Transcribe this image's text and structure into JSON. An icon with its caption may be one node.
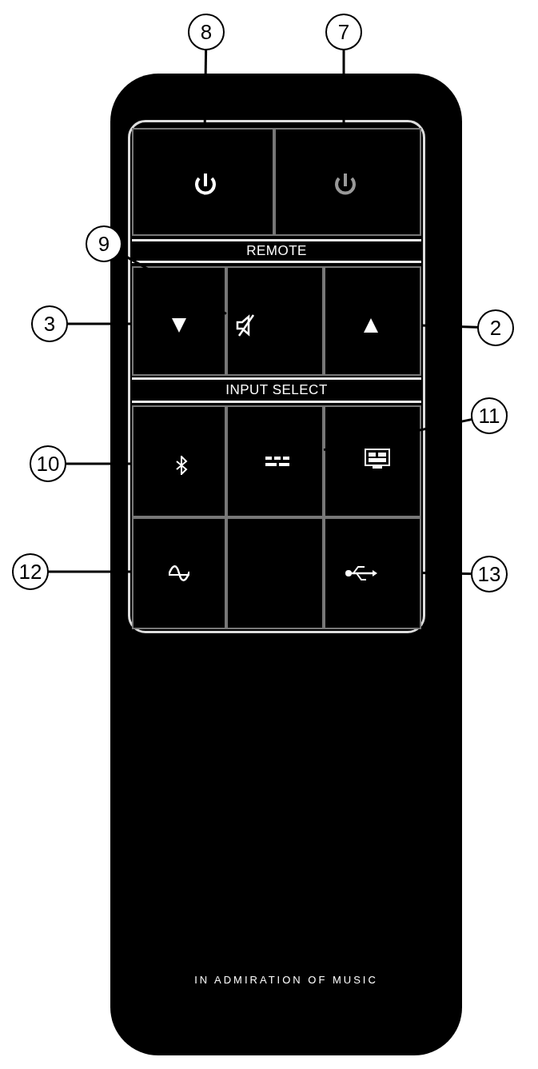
{
  "diagram": {
    "nodes": [
      {
        "text": [
          "8"
        ]
      },
      {
        "text": [
          "7"
        ]
      },
      {
        "text": [],
        "shape": "box"
      },
      {
        "text": [],
        "shape": "box"
      },
      {
        "text": [
          "REMOTE"
        ]
      },
      {
        "text": [
          "9"
        ]
      },
      {
        "text": [
          "3"
        ]
      },
      {
        "text": [],
        "shape": "box"
      },
      {
        "text": [],
        "shape": "box"
      },
      {
        "text": [],
        "shape": "box"
      },
      {
        "text": [
          "2"
        ]
      },
      {
        "text": [
          "INPUT SELECT"
        ]
      },
      {
        "text": [
          "11"
        ]
      },
      {
        "text": [
          "10"
        ]
      },
      {
        "text": [],
        "shape": "box"
      },
      {
        "text": [],
        "shape": "box"
      },
      {
        "text": [],
        "shape": "box"
      },
      {
        "text": [
          "12"
        ]
      },
      {
        "text": [],
        "shape": "box"
      },
      {
        "text": [],
        "shape": "box"
      },
      {
        "text": [],
        "shape": "box"
      },
      {
        "text": [
          "13"
        ]
      }
    ],
    "edges": [
      {
        "from": 0,
        "to": 2,
        "arrow": "none"
      },
      {
        "from": 1,
        "to": 3,
        "arrow": "none"
      },
      {
        "from": 5,
        "to": 8,
        "arrow": "none"
      },
      {
        "from": 6,
        "to": 7,
        "arrow": "none"
      },
      {
        "from": 10,
        "to": 9,
        "arrow": "none"
      },
      {
        "from": 13,
        "to": 14,
        "arrow": "none"
      },
      {
        "from": 12,
        "to": 15,
        "arrow": "none"
      },
      {
        "from": 17,
        "to": 18,
        "arrow": "none"
      },
      {
        "from": 21,
        "to": 20,
        "arrow": "none"
      }
    ],
    "labels": [
      "IN ADMIRATION OF MUSIC"
    ]
  }
}
